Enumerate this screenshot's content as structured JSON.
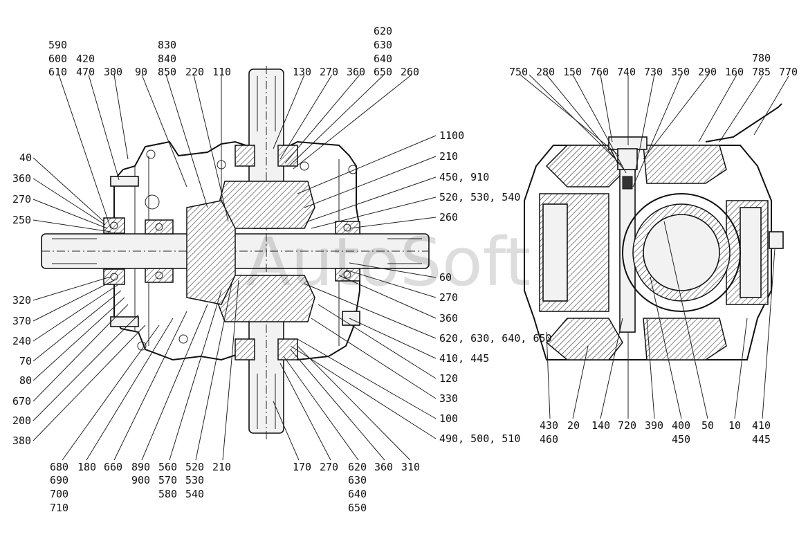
{
  "watermark": "AutoSoft",
  "left_view": {
    "labels": [
      "590",
      "600",
      "610",
      "420",
      "470",
      "300",
      "90",
      "830",
      "840",
      "850",
      "220",
      "110",
      "130",
      "270",
      "360",
      "620",
      "630",
      "640",
      "650",
      "260",
      "40",
      "360",
      "270",
      "250",
      "320",
      "370",
      "240",
      "70",
      "80",
      "670",
      "200",
      "380",
      "1100",
      "210",
      "450, 910",
      "520, 530, 540",
      "260",
      "60",
      "270",
      "360",
      "620, 630, 640, 650",
      "410, 445",
      "120",
      "330",
      "100",
      "490, 500, 510",
      "680",
      "690",
      "700",
      "710",
      "180",
      "660",
      "890",
      "900",
      "560",
      "570",
      "580",
      "520",
      "530",
      "540",
      "210",
      "170",
      "270",
      "620",
      "630",
      "640",
      "650",
      "360",
      "310"
    ]
  },
  "right_view": {
    "labels": [
      "750",
      "280",
      "150",
      "760",
      "740",
      "730",
      "350",
      "290",
      "160",
      "780",
      "785",
      "770",
      "430",
      "460",
      "20",
      "140",
      "720",
      "390",
      "400",
      "450",
      "50",
      "10",
      "410",
      "445"
    ]
  }
}
